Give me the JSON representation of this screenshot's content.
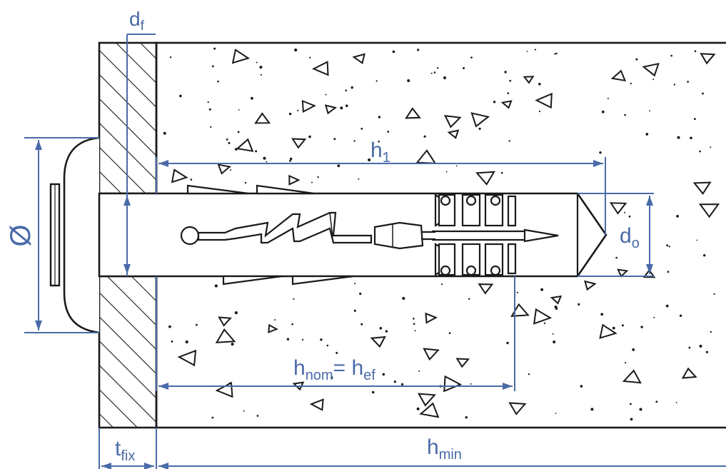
{
  "colors": {
    "dimension": "#4a6aa8",
    "outline": "#1a1a1a",
    "background": "#ffffff"
  },
  "labels": {
    "d_f": {
      "main": "d",
      "sub": "f"
    },
    "diameter": {
      "main": "Ø"
    },
    "h_1": {
      "main": "h",
      "sub": "1"
    },
    "d_o": {
      "main": "d",
      "sub": "o"
    },
    "h_nom": {
      "main": "h",
      "sub": "nom",
      "eq": "= ",
      "main2": "h",
      "sub2": "ef"
    },
    "t_fix": {
      "main": "t",
      "sub": "fix"
    },
    "h_min": {
      "main": "h",
      "sub": "min"
    }
  }
}
